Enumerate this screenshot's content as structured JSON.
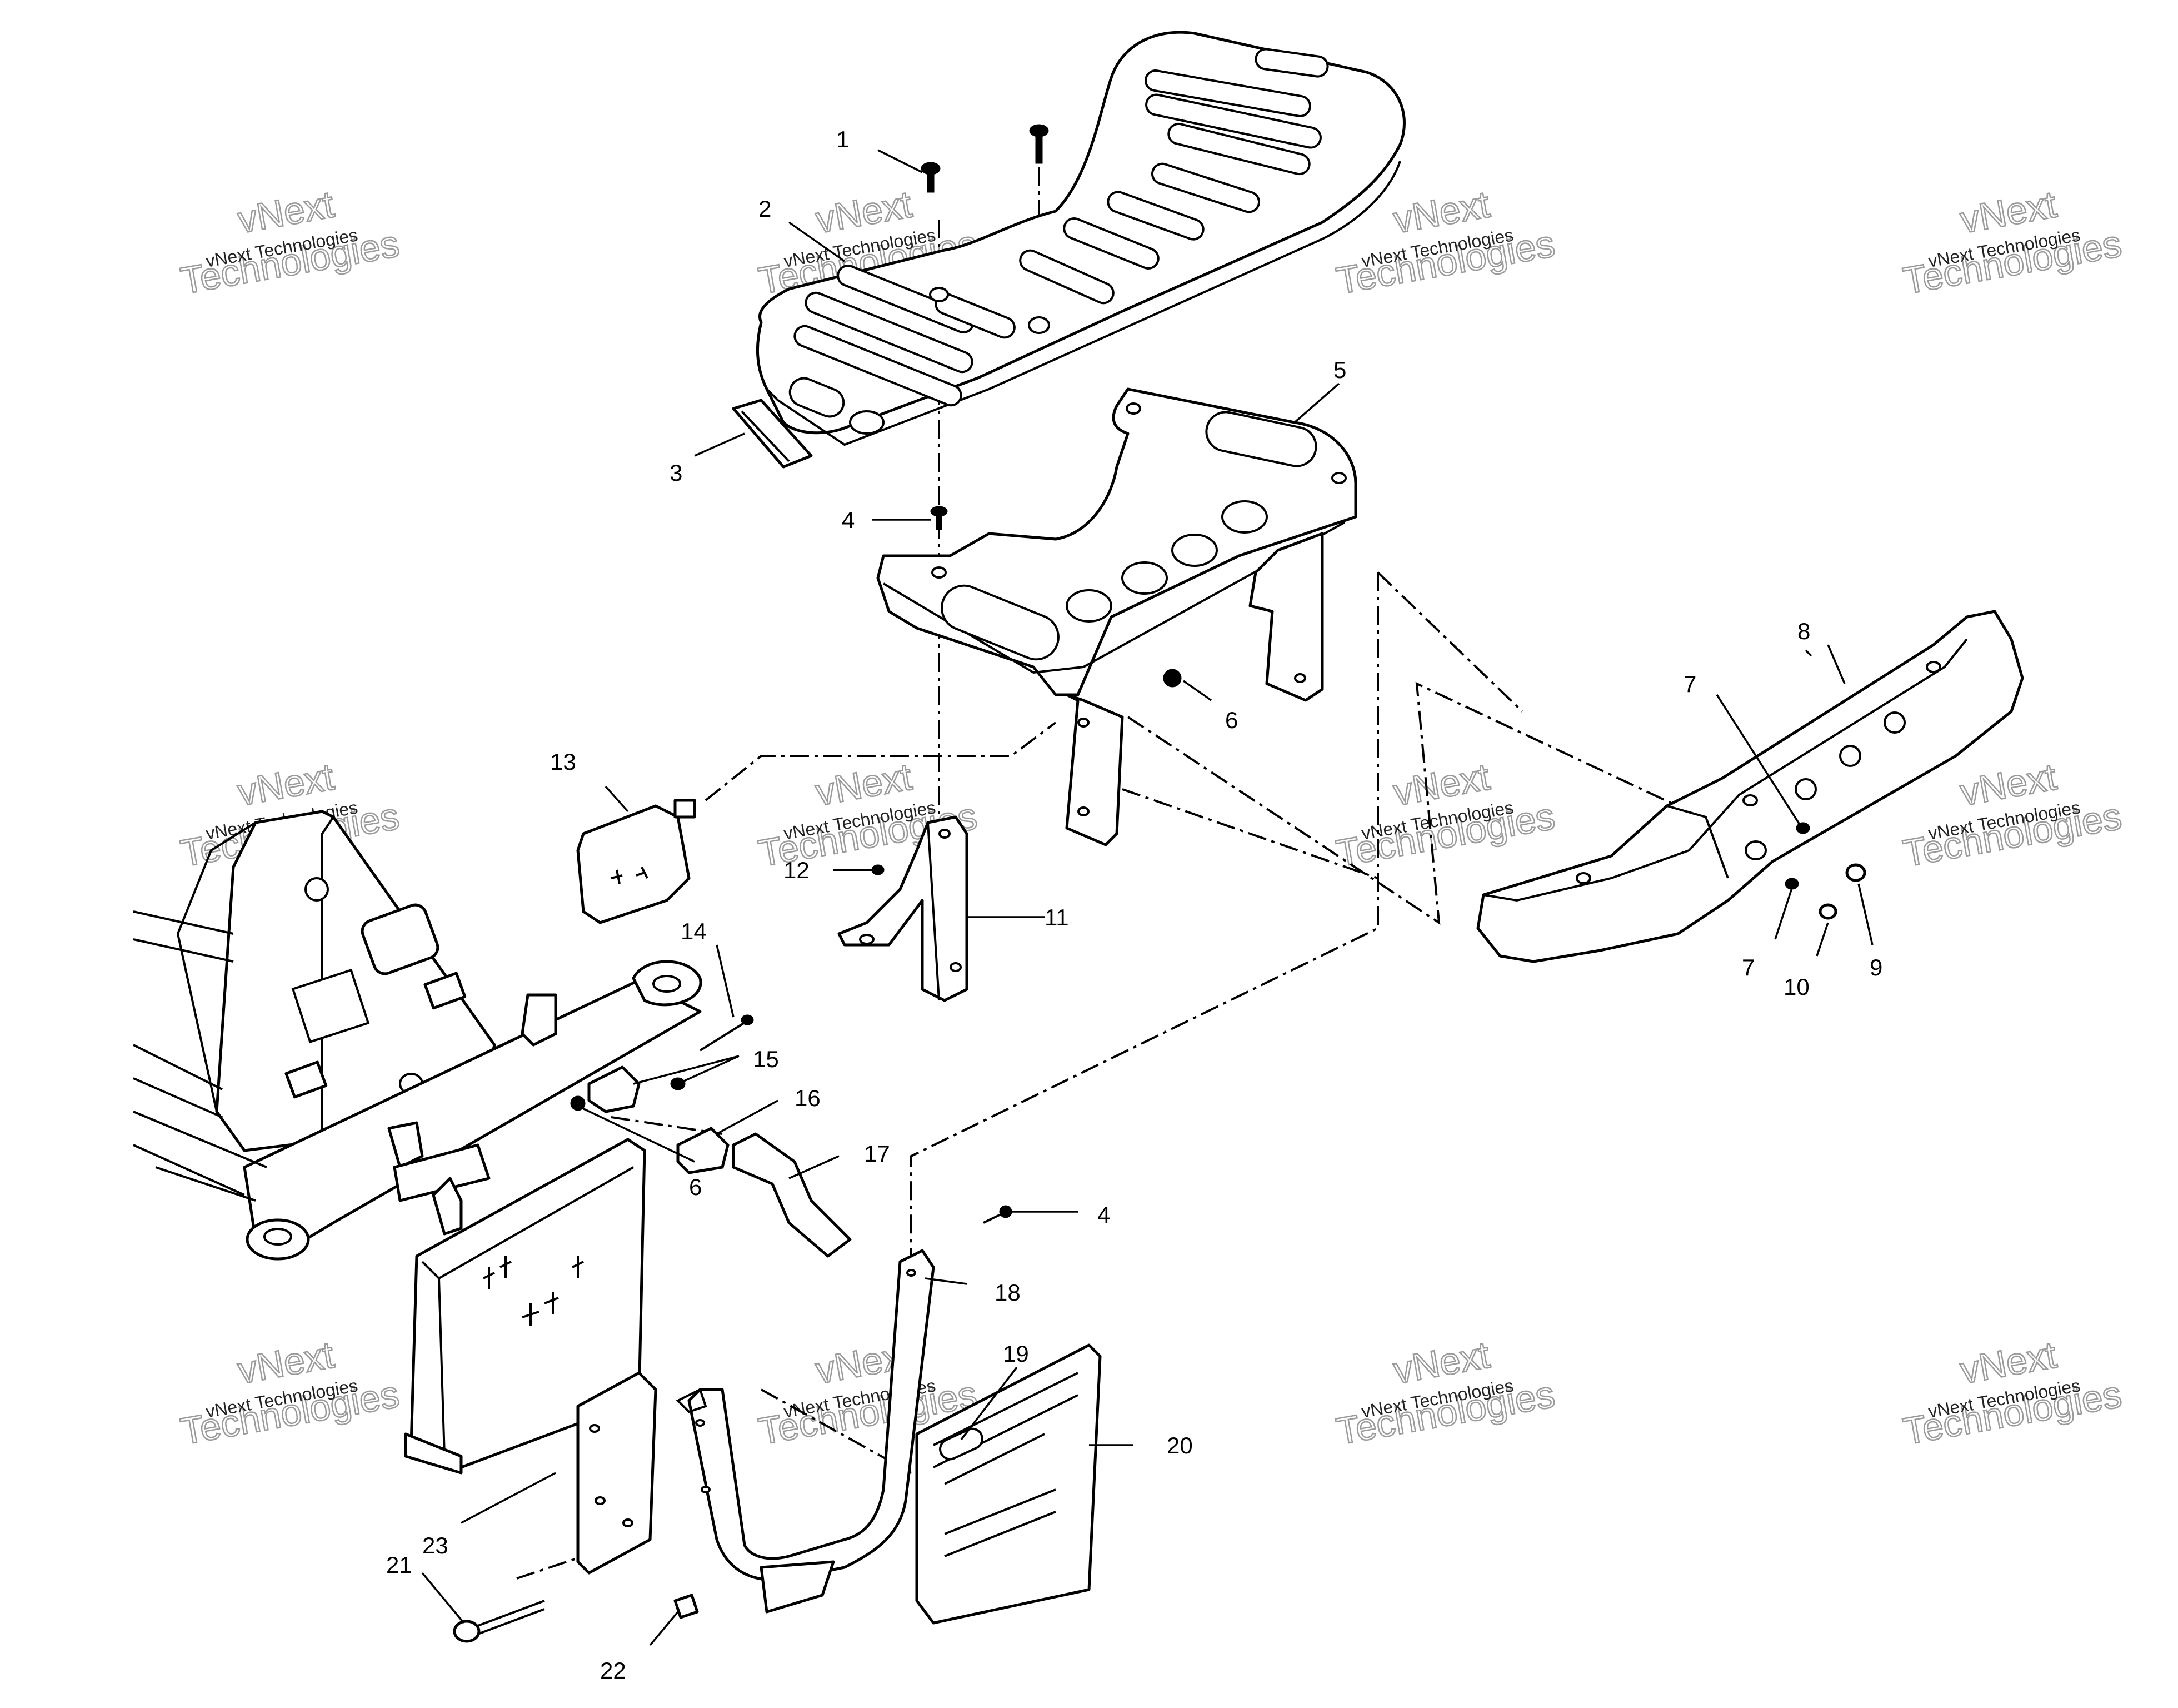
{
  "diagram": {
    "callouts": [
      {
        "id": "c1",
        "label": "1"
      },
      {
        "id": "c2",
        "label": "2"
      },
      {
        "id": "c3",
        "label": "3"
      },
      {
        "id": "c4a",
        "label": "4"
      },
      {
        "id": "c4b",
        "label": "4"
      },
      {
        "id": "c5",
        "label": "5"
      },
      {
        "id": "c6a",
        "label": "6"
      },
      {
        "id": "c6b",
        "label": "6"
      },
      {
        "id": "c7a",
        "label": "7"
      },
      {
        "id": "c7b",
        "label": "7"
      },
      {
        "id": "c8",
        "label": "8"
      },
      {
        "id": "c9",
        "label": "9"
      },
      {
        "id": "c10",
        "label": "10"
      },
      {
        "id": "c11",
        "label": "11"
      },
      {
        "id": "c12",
        "label": "12"
      },
      {
        "id": "c13",
        "label": "13"
      },
      {
        "id": "c14",
        "label": "14"
      },
      {
        "id": "c15",
        "label": "15"
      },
      {
        "id": "c16",
        "label": "16"
      },
      {
        "id": "c17",
        "label": "17"
      },
      {
        "id": "c18",
        "label": "18"
      },
      {
        "id": "c19",
        "label": "19"
      },
      {
        "id": "c20",
        "label": "20"
      },
      {
        "id": "c21",
        "label": "21"
      },
      {
        "id": "c22",
        "label": "22"
      },
      {
        "id": "c23",
        "label": "23"
      }
    ]
  },
  "watermark": {
    "line1": "vNext",
    "line2": "Technologies",
    "small": "vNext Technologies"
  }
}
